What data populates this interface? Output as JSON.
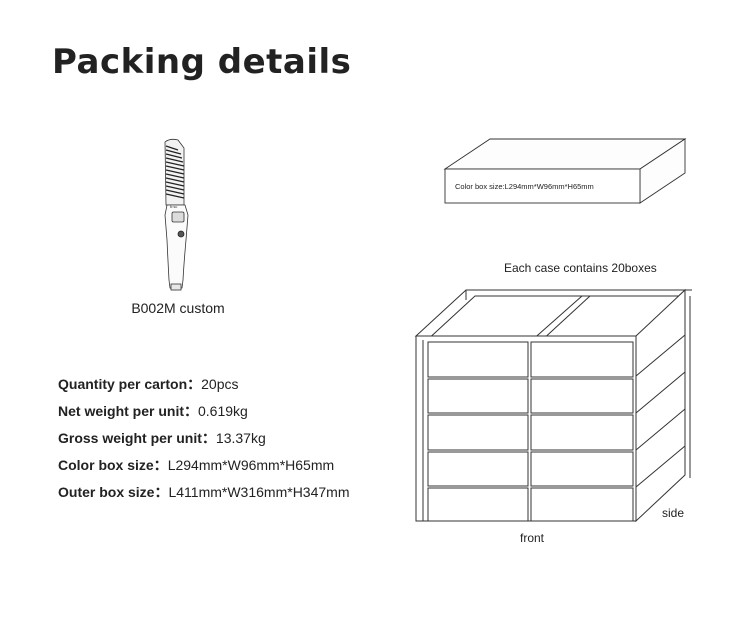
{
  "title": "Packing details",
  "product": {
    "caption": "B002M custom",
    "icon": "hair-straightener-comb-icon",
    "brand_mark": "b:sc"
  },
  "specs": [
    {
      "label": "Quantity per carton：",
      "value": "20pcs"
    },
    {
      "label": "Net weight per unit：",
      "value": "0.619kg"
    },
    {
      "label": "Gross weight per unit：",
      "value": "13.37kg"
    },
    {
      "label": "Color box size：",
      "value": "L294mm*W96mm*H65mm"
    },
    {
      "label": "Outer box size：",
      "value": "L411mm*W316mm*H347mm"
    }
  ],
  "color_box": {
    "label": "Color box size:L294mm*W96mm*H65mm"
  },
  "carton": {
    "caption": "Each case contains 20boxes",
    "front_label": "front",
    "side_label": "side"
  }
}
